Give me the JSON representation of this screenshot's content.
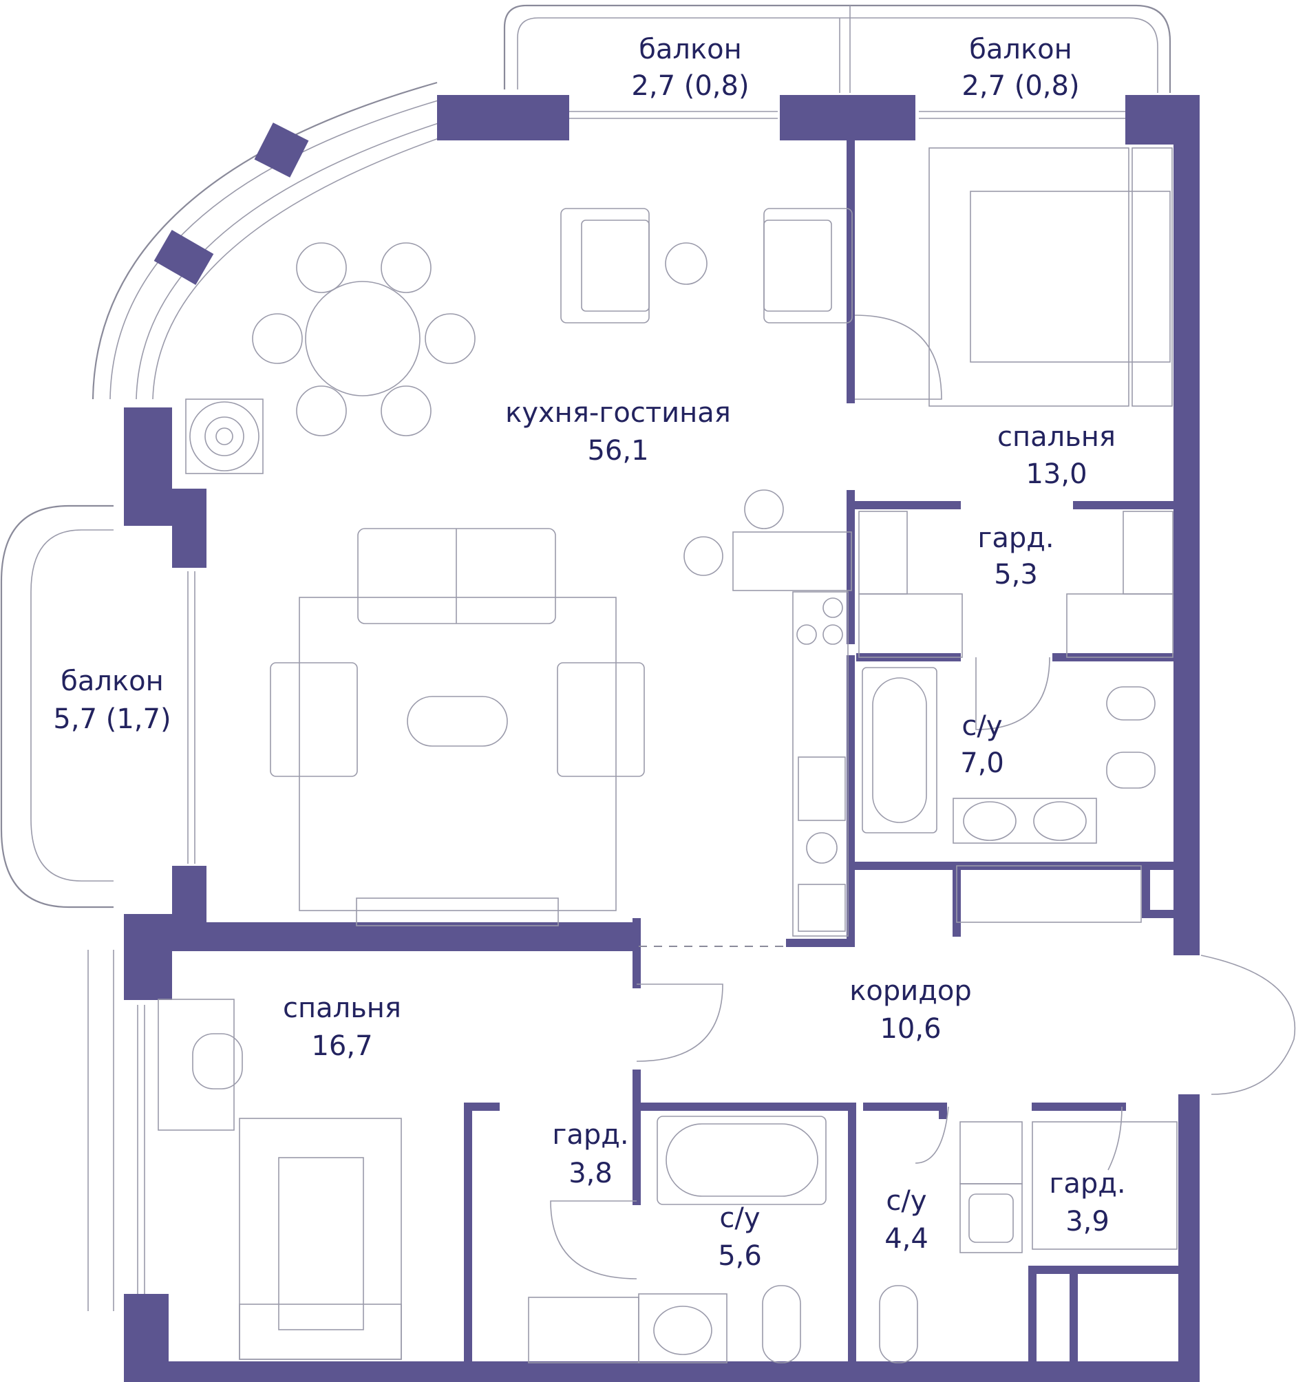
{
  "colors": {
    "wall": "#5c5590",
    "text": "#23235f",
    "line": "#9a9aaa"
  },
  "rooms": {
    "balcony_top_left": {
      "name": "балкон",
      "area": "2,7 (0,8)"
    },
    "balcony_top_right": {
      "name": "балкон",
      "area": "2,7 (0,8)"
    },
    "balcony_left": {
      "name": "балкон",
      "area": "5,7 (1,7)"
    },
    "kitchen_living": {
      "name": "кухня-гостиная",
      "area": "56,1"
    },
    "bedroom_1": {
      "name": "спальня",
      "area": "13,0"
    },
    "wardrobe_1": {
      "name": "гард.",
      "area": "5,3"
    },
    "bathroom_1": {
      "name": "с/у",
      "area": "7,0"
    },
    "corridor": {
      "name": "коридор",
      "area": "10,6"
    },
    "bedroom_2": {
      "name": "спальня",
      "area": "16,7"
    },
    "wardrobe_2": {
      "name": "гард.",
      "area": "3,8"
    },
    "bathroom_2": {
      "name": "с/у",
      "area": "5,6"
    },
    "bathroom_3": {
      "name": "с/у",
      "area": "4,4"
    },
    "wardrobe_3": {
      "name": "гард.",
      "area": "3,9"
    }
  }
}
